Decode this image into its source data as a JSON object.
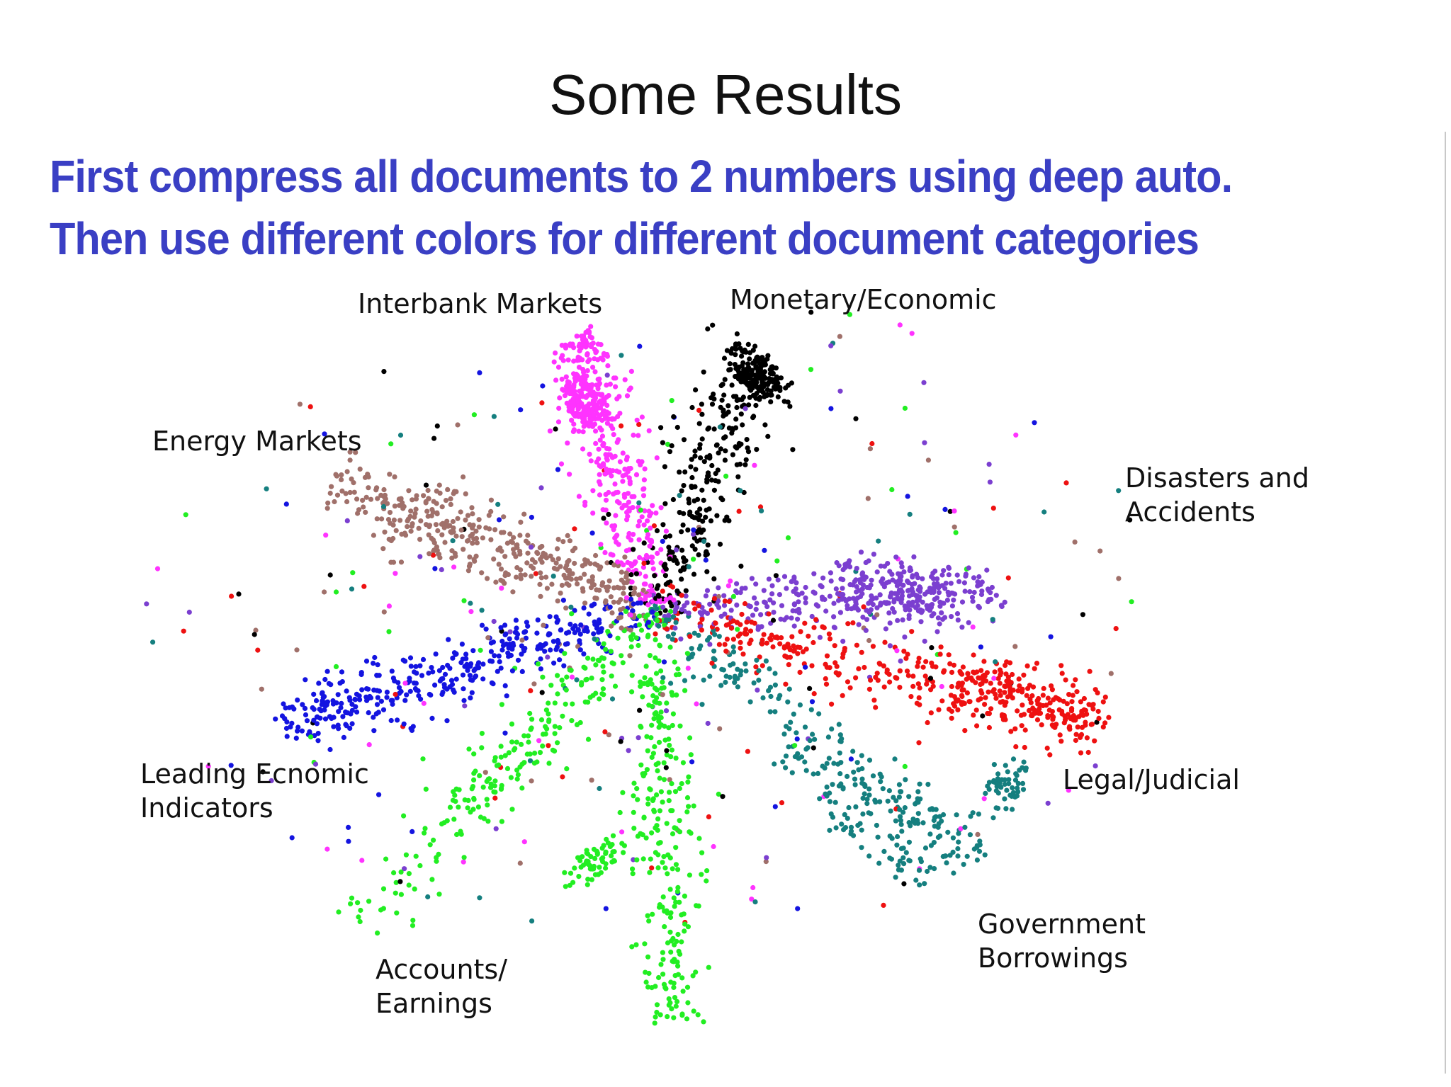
{
  "slide": {
    "title": "Some Results",
    "subtitle_line1": "First compress all documents to 2 numbers using deep auto.",
    "subtitle_line2": "Then use different colors for different document categories"
  },
  "chart_data": {
    "type": "scatter",
    "title": "",
    "xlabel": "",
    "ylabel": "",
    "axes_visible": false,
    "grid": false,
    "legend": "none",
    "series": [
      {
        "name": "Interbank Markets",
        "color": "#ff33ff"
      },
      {
        "name": "Monetary/Economic",
        "color": "#000000"
      },
      {
        "name": "Energy Markets",
        "color": "#a0706a"
      },
      {
        "name": "Disasters and Accidents",
        "color": "#7b3fd0"
      },
      {
        "name": "Leading Ecnomic Indicators",
        "color": "#1414e0"
      },
      {
        "name": "Legal/Judicial",
        "color": "#ee1111"
      },
      {
        "name": "Government Borrowings",
        "color": "#157f7f"
      },
      {
        "name": "Accounts/ Earnings",
        "color": "#22ee22"
      }
    ]
  }
}
